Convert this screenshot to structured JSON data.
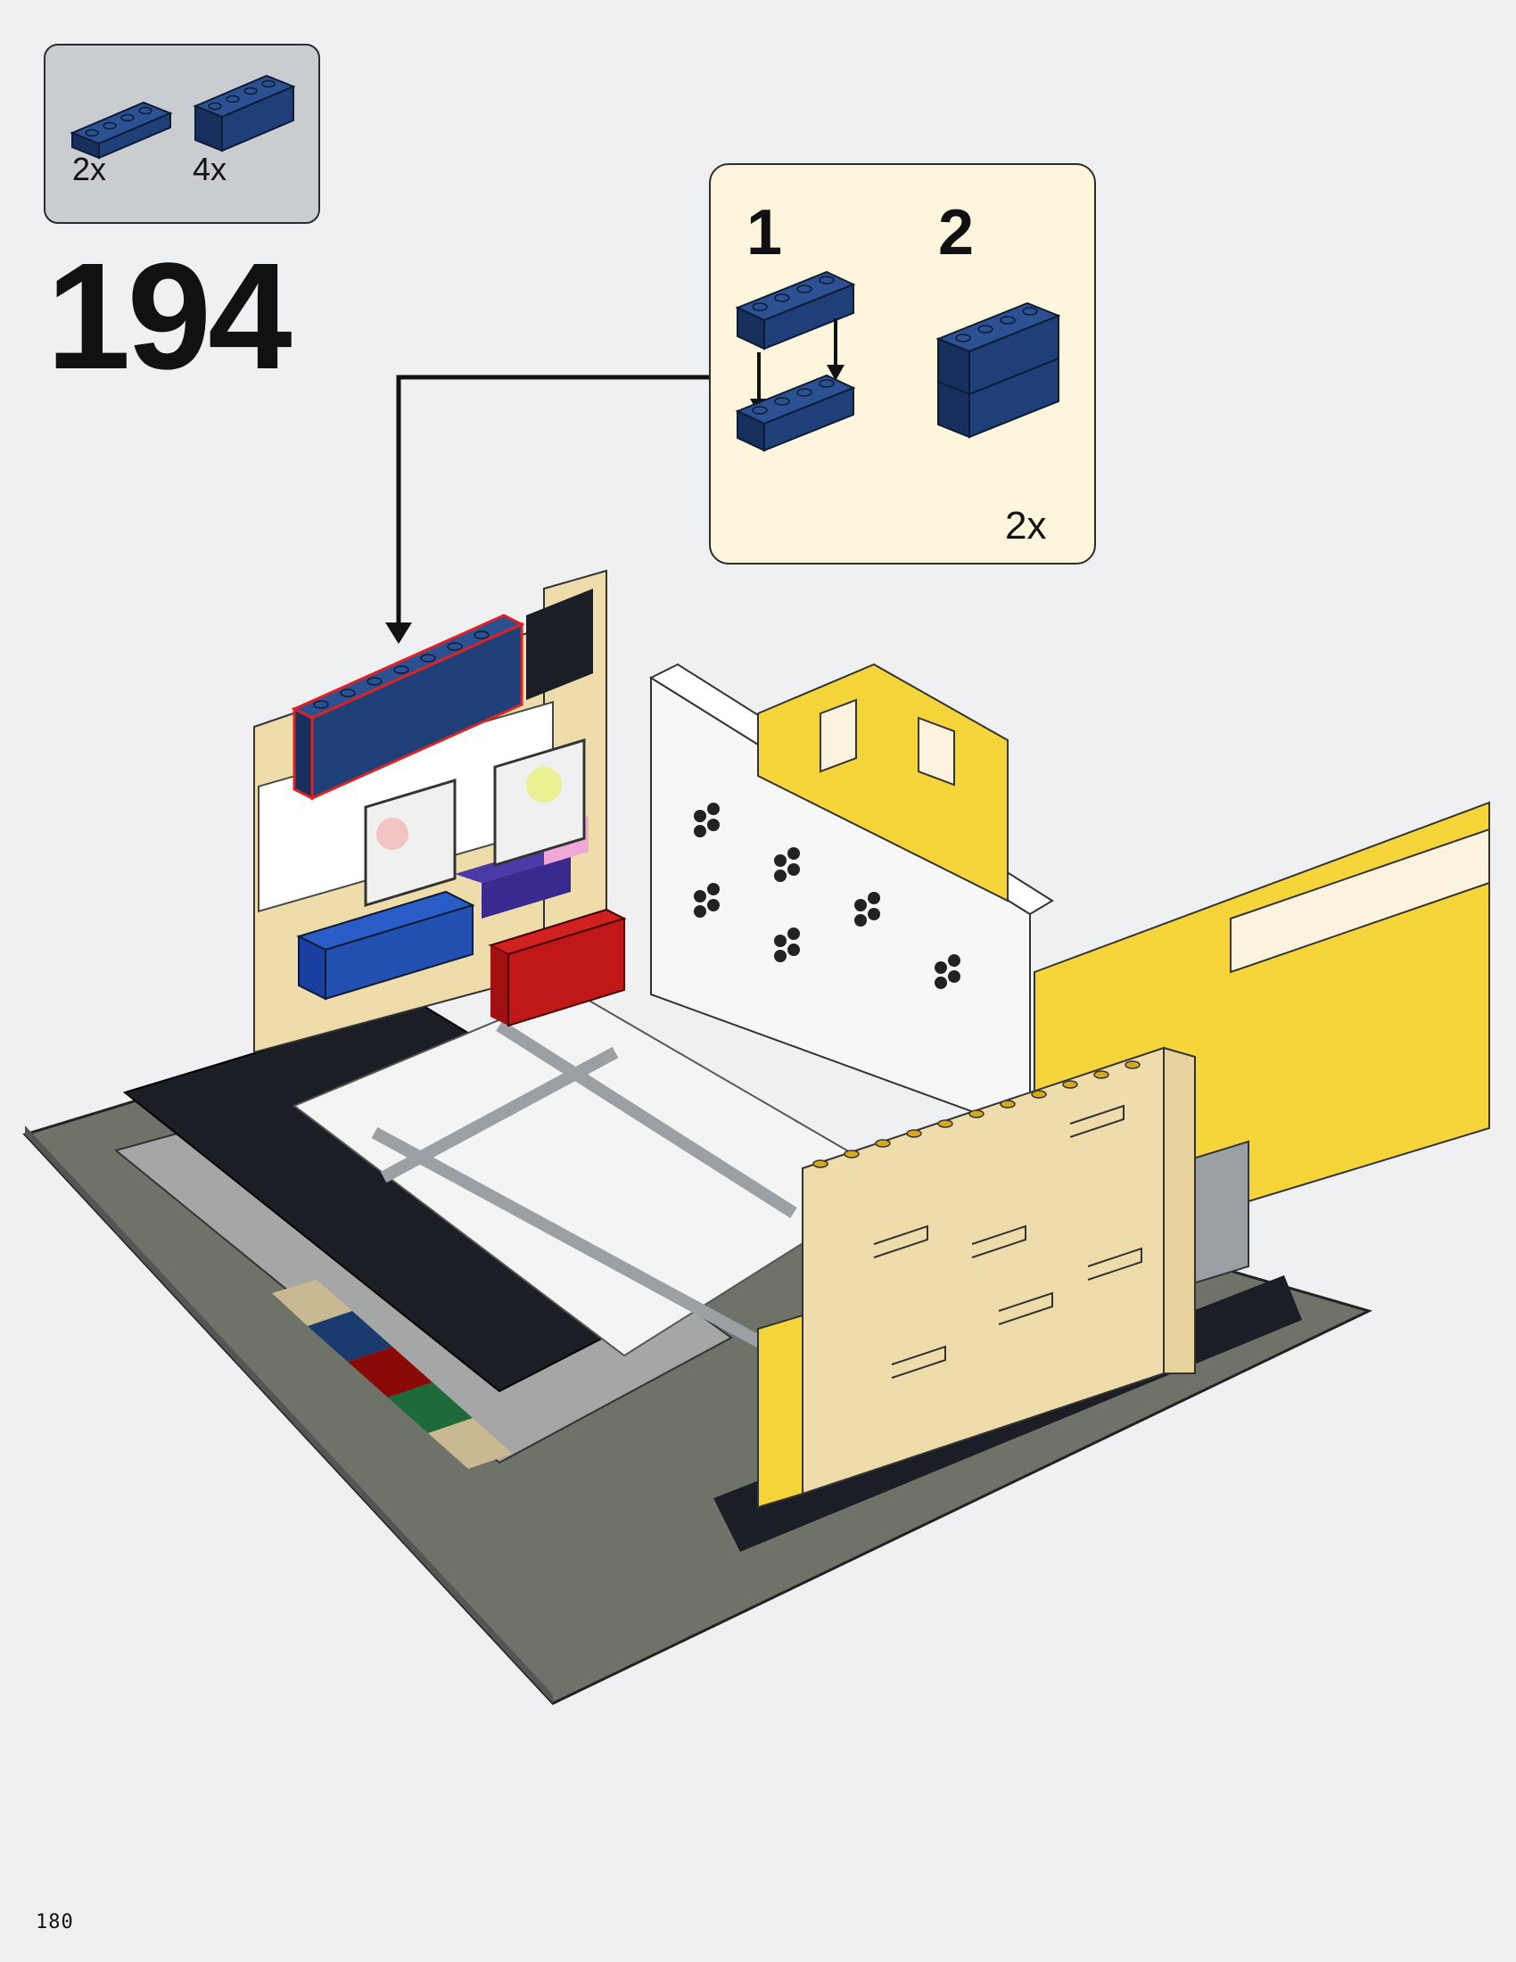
{
  "parts_callout": {
    "items": [
      {
        "part": "dark-blue-1x4-brick",
        "qty": "2x"
      },
      {
        "part": "dark-blue-1x4-brick",
        "qty": "4x"
      }
    ]
  },
  "step": {
    "number": "194"
  },
  "sub_assembly": {
    "steps": [
      {
        "number": "1"
      },
      {
        "number": "2"
      }
    ],
    "multiplier": "2x"
  },
  "page": {
    "number": "180"
  },
  "colors": {
    "background": "#eef0f2",
    "parts_box": "#c9cdd1",
    "sub_box": "#fdf6dc",
    "dark_blue": "#1a3a6e",
    "yellow": "#f5d53a",
    "tan": "#efdcab",
    "white": "#ffffff",
    "dark_gray": "#6f7269",
    "black": "#1b1e25"
  }
}
